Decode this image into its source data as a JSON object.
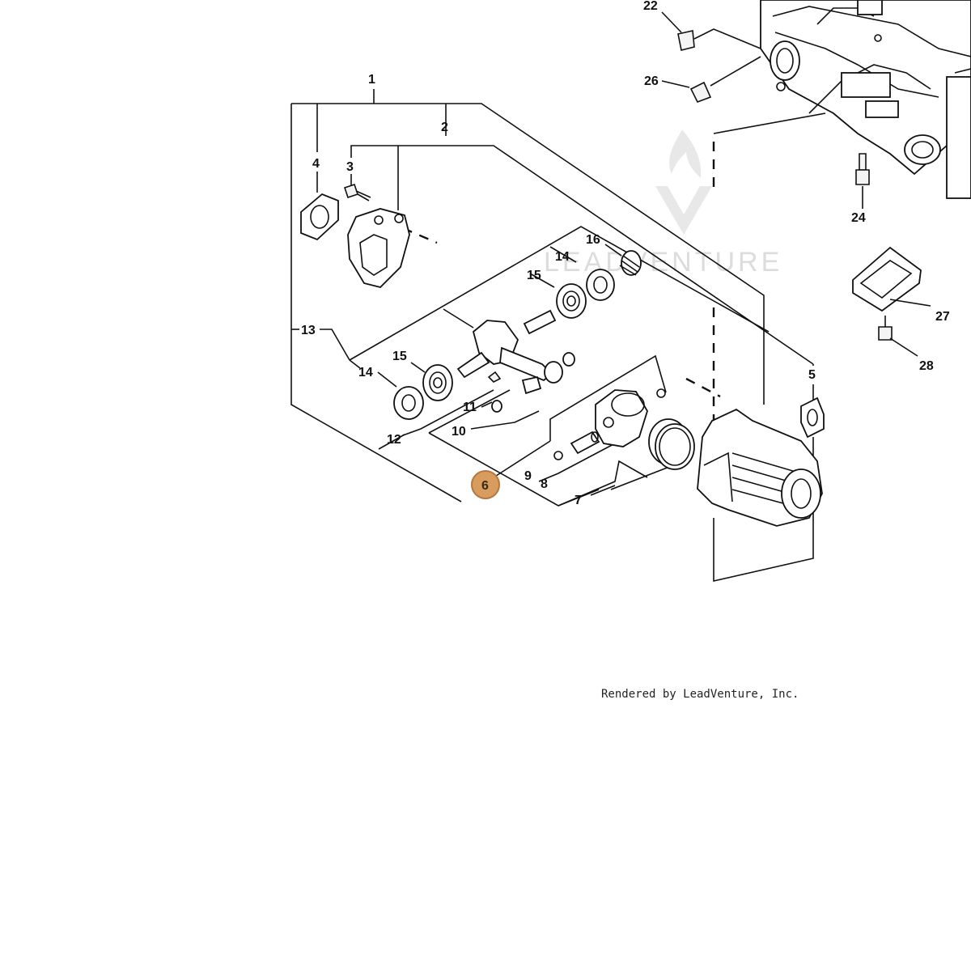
{
  "diagram": {
    "callouts": [
      "1",
      "2",
      "3",
      "4",
      "5",
      "6",
      "7",
      "8",
      "9",
      "10",
      "11",
      "12",
      "13",
      "14",
      "14",
      "15",
      "15",
      "16",
      "22",
      "24",
      "26",
      "27",
      "28"
    ],
    "highlight_color": "#d89c5e",
    "highlighted_callout": "6"
  },
  "watermark": {
    "text": "LEADVENTURE"
  },
  "footer": {
    "credit": "Rendered by LeadVenture, Inc."
  }
}
